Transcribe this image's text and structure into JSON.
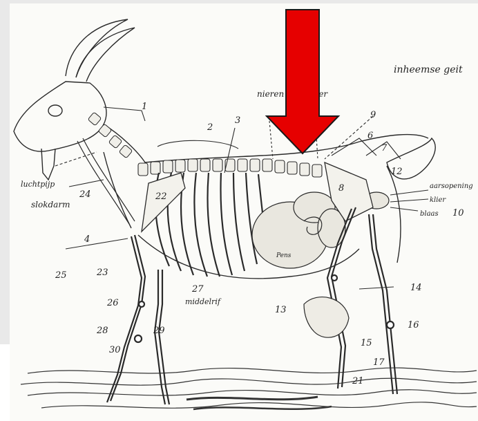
{
  "title": "inheemse geit",
  "top_label": "nieren armoeder",
  "side_labels": {
    "luchtpijp": "luchtpijp",
    "slokdarm": "slokdarm",
    "middelrif": "middelrif",
    "aarsopening": "aarsopening",
    "klier": "klier",
    "blaas": "blaas",
    "pens": "Pens"
  },
  "numbers": [
    "1",
    "2",
    "3",
    "4",
    "6",
    "7",
    "8",
    "9",
    "10",
    "12",
    "13",
    "14",
    "15",
    "16",
    "17",
    "21",
    "22",
    "23",
    "24",
    "25",
    "26",
    "27",
    "28",
    "29",
    "30"
  ],
  "arrow": {
    "color": "#e60000",
    "outline": "#1a1a1a",
    "direction": "down"
  },
  "colors": {
    "ink": "#222222",
    "paper": "#fbfbf8",
    "frame": "#e9e9e9"
  }
}
